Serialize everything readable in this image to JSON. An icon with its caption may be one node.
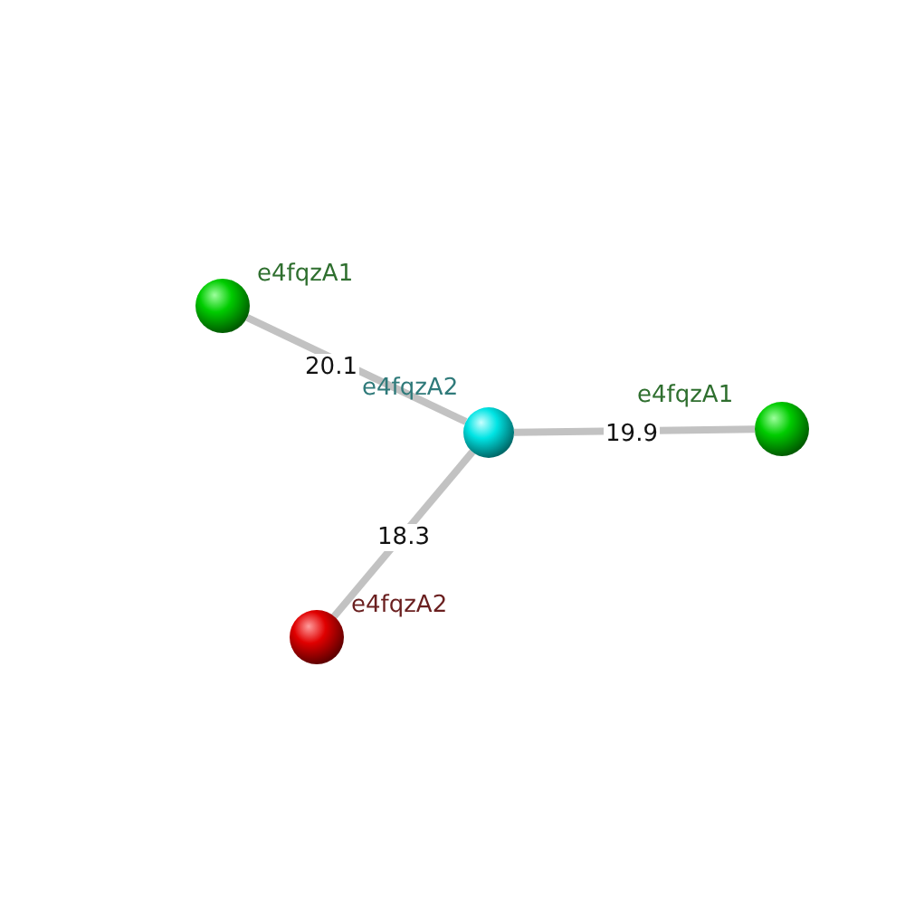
{
  "diagram": {
    "nodes": [
      {
        "text": [
          "e4fqzA1"
        ]
      },
      {
        "text": [
          "e4fqzA2"
        ]
      },
      {
        "text": [
          "e4fqzA1"
        ]
      },
      {
        "text": [
          "e4fqzA2"
        ]
      }
    ],
    "edges": [
      {
        "from": 0,
        "to": 1,
        "arrow": "none",
        "label": "20.1"
      },
      {
        "from": 1,
        "to": 2,
        "arrow": "none",
        "label": "19.9"
      },
      {
        "from": 1,
        "to": 3,
        "arrow": "none",
        "label": "18.3"
      }
    ]
  }
}
